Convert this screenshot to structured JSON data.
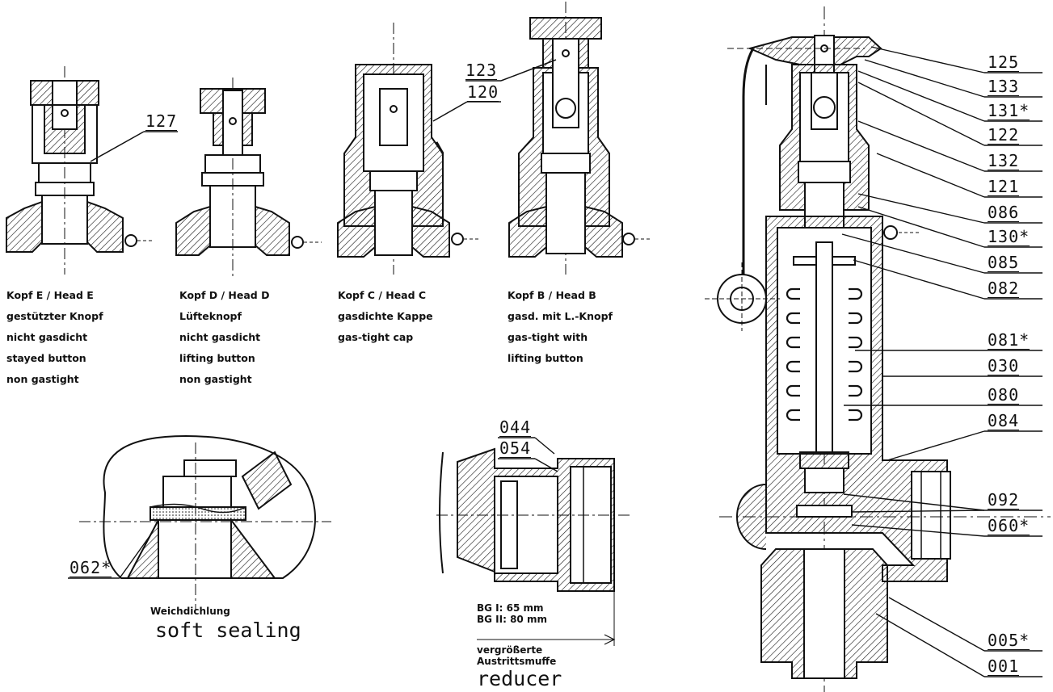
{
  "heads": {
    "e": {
      "line1": "Kopf E / Head E",
      "line2": "gestützter Knopf",
      "line3": "nicht gasdicht",
      "line4": "stayed button",
      "line5": "non gastight"
    },
    "d": {
      "line1": "Kopf D / Head D",
      "line2": "Lüfteknopf",
      "line3": "nicht gasdicht",
      "line4": "lifting button",
      "line5": "non gastight"
    },
    "c": {
      "line1": "Kopf C / Head C",
      "line2": "gasdichte Kappe",
      "line3": "gas-tight cap"
    },
    "b": {
      "line1": "Kopf B / Head B",
      "line2": "gasd. mit L.-Knopf",
      "line3": "gas-tight with",
      "line4": "lifting button"
    }
  },
  "parts": {
    "p127": "127",
    "p123": "123",
    "p120": "120",
    "p125": "125",
    "p133": "133",
    "p131": "131*",
    "p122": "122",
    "p132": "132",
    "p121": "121",
    "p086": "086",
    "p130": "130*",
    "p085": "085",
    "p082": "082",
    "p081": "081*",
    "p030": "030",
    "p080": "080",
    "p084": "084",
    "p092": "092",
    "p060": "060*",
    "p005": "005*",
    "p001": "001",
    "p044": "044",
    "p054": "054",
    "p062": "062*"
  },
  "soft_sealing": {
    "de": "Weichdichlung",
    "en": "soft sealing"
  },
  "reducer": {
    "bg1": "BG I: 65 mm",
    "bg2": "BG II: 80 mm",
    "de1": "vergrößerte",
    "de2": "Austrittsmuffe",
    "en": "reducer"
  },
  "colors": {
    "ink": "#111111",
    "paper": "#ffffff"
  }
}
